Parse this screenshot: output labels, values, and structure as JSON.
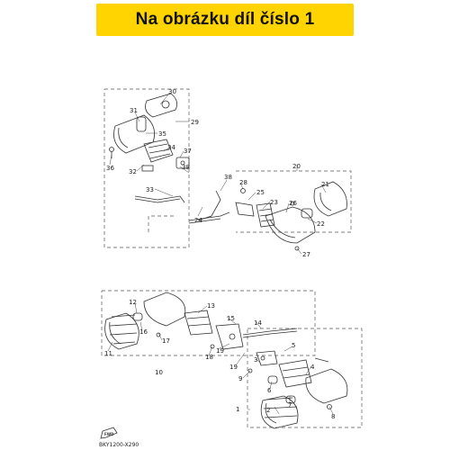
{
  "banner": {
    "text": "Na obrázku díl číslo 1",
    "background": "#ffd400"
  },
  "diagram": {
    "code": "BKY1200-X290",
    "fwd_label": "FWD",
    "labels": [
      {
        "key": "l30",
        "text": "30"
      },
      {
        "key": "l31",
        "text": "31"
      },
      {
        "key": "l35",
        "text": "35"
      },
      {
        "key": "l29",
        "text": "29"
      },
      {
        "key": "l34",
        "text": "34"
      },
      {
        "key": "l37",
        "text": "37"
      },
      {
        "key": "l36",
        "text": "36"
      },
      {
        "key": "l32",
        "text": "32"
      },
      {
        "key": "l38a",
        "text": "38"
      },
      {
        "key": "l33",
        "text": "33"
      },
      {
        "key": "l20",
        "text": "20"
      },
      {
        "key": "l38b",
        "text": "38"
      },
      {
        "key": "l28",
        "text": "28"
      },
      {
        "key": "l25",
        "text": "25"
      },
      {
        "key": "l23",
        "text": "23"
      },
      {
        "key": "l21",
        "text": "21"
      },
      {
        "key": "l26",
        "text": "26"
      },
      {
        "key": "l22",
        "text": "22"
      },
      {
        "key": "l27",
        "text": "27"
      },
      {
        "key": "l24",
        "text": "24"
      },
      {
        "key": "l12",
        "text": "12"
      },
      {
        "key": "l13",
        "text": "13"
      },
      {
        "key": "l15",
        "text": "15"
      },
      {
        "key": "l14",
        "text": "14"
      },
      {
        "key": "l16",
        "text": "16"
      },
      {
        "key": "l17",
        "text": "17"
      },
      {
        "key": "l11",
        "text": "11"
      },
      {
        "key": "l18",
        "text": "18"
      },
      {
        "key": "l19a",
        "text": "19"
      },
      {
        "key": "l19b",
        "text": "19"
      },
      {
        "key": "l5",
        "text": "5"
      },
      {
        "key": "l3",
        "text": "3"
      },
      {
        "key": "l4",
        "text": "4"
      },
      {
        "key": "l10",
        "text": "10"
      },
      {
        "key": "l9",
        "text": "9"
      },
      {
        "key": "l6",
        "text": "6"
      },
      {
        "key": "l7",
        "text": "7"
      },
      {
        "key": "l1",
        "text": "1"
      },
      {
        "key": "l2",
        "text": "2"
      },
      {
        "key": "l8",
        "text": "8"
      }
    ]
  }
}
